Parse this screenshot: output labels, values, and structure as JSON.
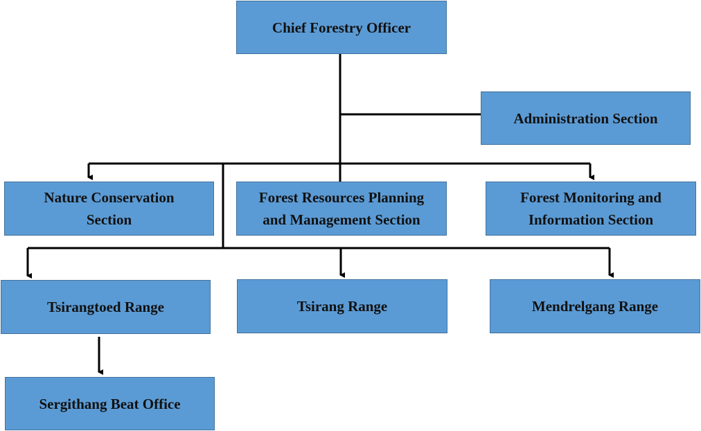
{
  "org_chart": {
    "nodes": {
      "chief": "Chief Forestry Officer",
      "admin": "Administration Section",
      "nature": "Nature Conservation\nSection",
      "frpm": "Forest Resources Planning\nand Management Section",
      "fmis": "Forest Monitoring and\nInformation Section",
      "tsirangtoed": "Tsirangtoed Range",
      "tsirang": "Tsirang Range",
      "mendrelgang": "Mendrelgang Range",
      "sergithang": "Sergithang Beat Office"
    },
    "colors": {
      "box_fill": "#5b9bd5",
      "box_border": "#41719c",
      "connector": "#000000"
    }
  }
}
